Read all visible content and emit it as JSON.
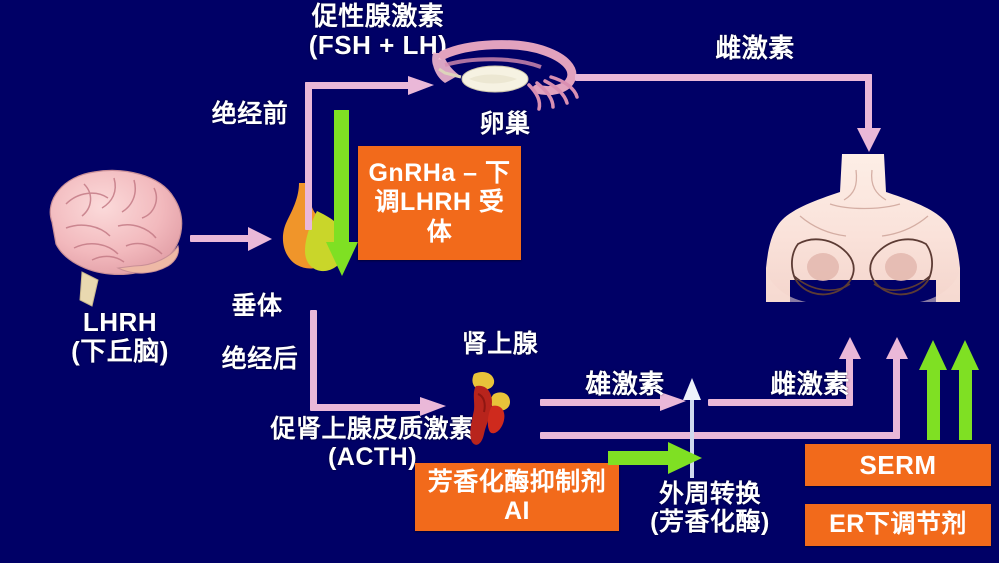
{
  "diagram": {
    "title": "Endocrine pathway of breast cancer hormone therapy",
    "background_color": "#000066",
    "box_color": "#f26a1b",
    "arrow_pink": "#eab8d8",
    "arrow_green": "#7fe023"
  },
  "labels": {
    "gonadotropin": "促性腺激素\n(FSH + LH)",
    "premenopausal": "绝经前",
    "ovary": "卵巢",
    "estrogen_top": "雌激素",
    "lhrh": "LHRH\n(下丘脑)",
    "pituitary": "垂体",
    "postmenopausal": "绝经后",
    "acth": "促肾上腺皮质激素\n(ACTH)",
    "adrenal": "肾上腺",
    "androgen": "雄激素",
    "estrogen_mid": "雌激素",
    "peripheral_conversion": "外周转换\n(芳香化酶)"
  },
  "boxes": {
    "gnrha": "GnRHa – 下调LHRH 受体",
    "ai": "芳香化酶抑制剂\nAI",
    "serm": "SERM",
    "er_downregulator": "ER下调节剂"
  },
  "organs": {
    "brain": "brain-illustration",
    "pituitary_gland": "pituitary-gland-illustration",
    "ovary_organ": "ovary-illustration",
    "adrenal_gland": "adrenal-gland-illustration",
    "torso": "female-torso-illustration"
  }
}
